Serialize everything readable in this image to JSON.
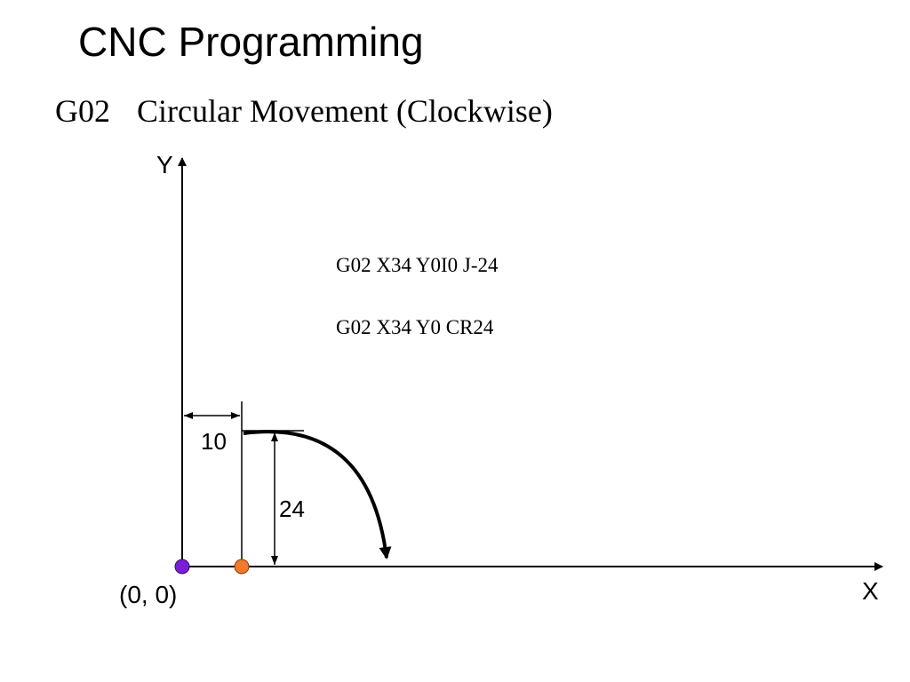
{
  "slide": {
    "title": "CNC Programming",
    "subtitle_code": "G02",
    "subtitle_text": "Circular Movement (Clockwise)"
  },
  "program": {
    "line1": "G02 X34 Y0I0 J-24",
    "line2": "G02 X34 Y0 CR24"
  },
  "diagram": {
    "y_axis_label": "Y",
    "x_axis_label": "X",
    "origin_label": "(0, 0)",
    "dim_horizontal": "10",
    "dim_vertical": "24",
    "colors": {
      "origin_point": "#7a1fd6",
      "center_point": "#f07a2c",
      "lines": "#000000"
    }
  }
}
